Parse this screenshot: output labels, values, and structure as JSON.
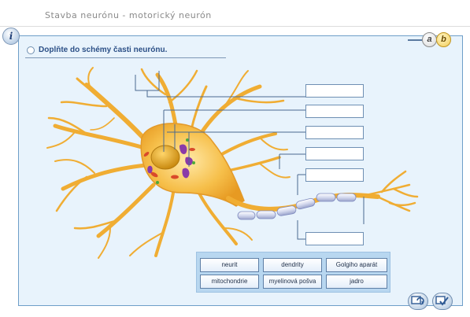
{
  "window": {
    "title": "Stavba neurónu - motorický neurón"
  },
  "info_icon": {
    "glyph": "i"
  },
  "tabs": [
    {
      "label": "a"
    },
    {
      "label": "b"
    }
  ],
  "instruction": "Doplňte do schémy časti neurónu.",
  "word_bank": [
    {
      "label": "neurit"
    },
    {
      "label": "dendrity"
    },
    {
      "label": "Golgiho aparát"
    },
    {
      "label": "mitochondrie"
    },
    {
      "label": "myelinová pošva"
    },
    {
      "label": "jadro"
    }
  ],
  "answer_slots": 6,
  "colors": {
    "accent": "#2b4f86",
    "panel": "#e8f3fc",
    "neuron": "#f4b43a",
    "myelin": "#c9d1ea"
  },
  "buttons": {
    "reset_icon": "refresh-icon",
    "check_icon": "check-icon"
  }
}
